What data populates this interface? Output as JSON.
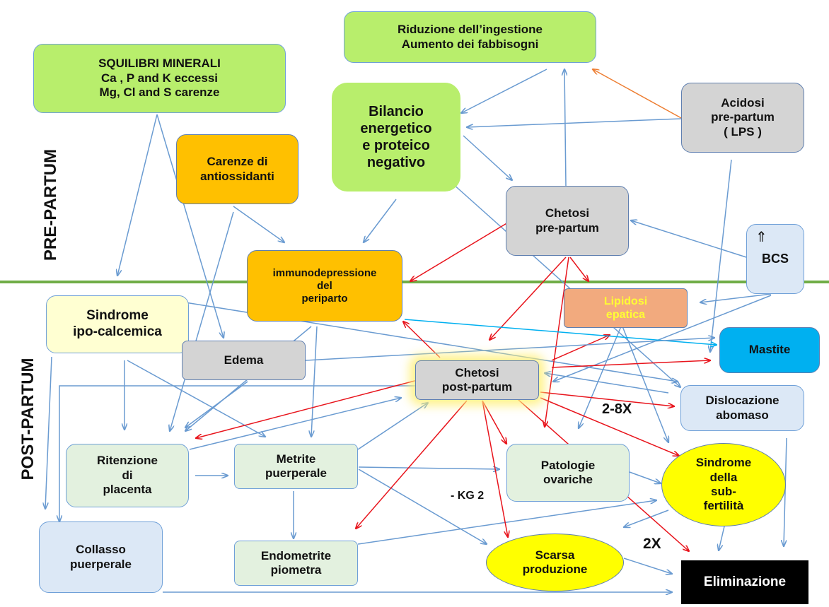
{
  "nodes": {
    "squilibri": "SQUILIBRI MINERALI\nCa , P and K eccessi\nMg, Cl and S carenze",
    "riduzione": "Riduzione dell’ingestione\nAumento dei fabbisogni",
    "bilancio": "Bilancio\nenergetico\ne proteico\nnegativo",
    "acidosi": "Acidosi\npre-partum\n( LPS )",
    "carenze": "Carenze di\nantiossidanti",
    "chetosi_pre": "Chetosi\npre-partum",
    "bcs_arrow": "⇑",
    "bcs": "BCS",
    "immuno": "immunodepressione\ndel\nperiparto",
    "lipidosi": "Lipidosi\nepatica",
    "sindrome_ipo": "Sindrome\nipo-calcemica",
    "edema": "Edema",
    "mastite": "Mastite",
    "chetosi_post": "Chetosi\npost-partum",
    "dislocazione": "Dislocazione\nabomaso",
    "ritenzione": "Ritenzione\ndi\nplacenta",
    "metrite": "Metrite\npuerperale",
    "patologie": "Patologie\novariche",
    "sub_fertilita": "Sindrome\ndella\nsub-\nfertilità",
    "collasso": "Collasso\npuerperale",
    "endometrite": "Endometrite\npiometra",
    "scarsa": "Scarsa\nproduzione",
    "eliminazione": "Eliminazione"
  },
  "labels": {
    "pre_partum": "PRE-PARTUM",
    "post_partum": "POST-PARTUM",
    "x_2_8": "2-8X",
    "kg2": "- KG 2",
    "x2": "2X"
  },
  "colors": {
    "divider": "#70ad47",
    "arrow_blue": "#6a9bd1",
    "arrow_red": "#e8141c",
    "arrow_orange": "#ed7d31",
    "arrow_cyan": "#00b0f0"
  }
}
